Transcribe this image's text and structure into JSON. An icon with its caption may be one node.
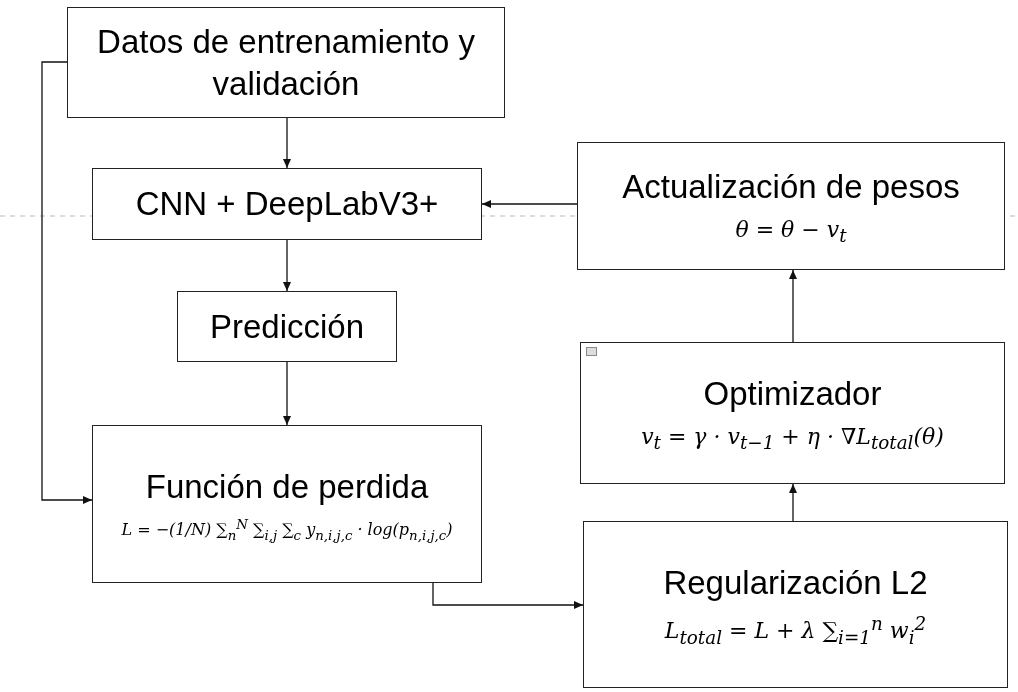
{
  "diagram": {
    "nodes": [
      {
        "text": [
          "Datos de entrenamiento y validación"
        ]
      },
      {
        "text": [
          "CNN + DeepLabV3+"
        ]
      },
      {
        "text": [
          "Actualización de pesos",
          "θ = θ − v$_{t}$"
        ]
      },
      {
        "text": [
          "Predicción"
        ]
      },
      {
        "text": [
          "Optimizador",
          "v$_{t}$ = γ · v$_{t−1}$ + η · ∇L$_{total}$(θ)"
        ]
      },
      {
        "text": [
          "Función de perdida",
          "L = −(1/N) ∑$_{n}$$^{N}$ ∑$_{i,j}$ ∑$_{c}$ y$_{n,i,j,c}$ · log(p$_{n,i,j,c}$)"
        ]
      },
      {
        "text": [
          "Regularización L2",
          "L$_{total}$ = L + λ ∑$_{i=1}$$^{n}$ w$_{i}$$^{2}$"
        ]
      }
    ],
    "edges": [
      {
        "from": 0,
        "to": 1,
        "arrow": "to"
      },
      {
        "from": 1,
        "to": 3,
        "arrow": "to"
      },
      {
        "from": 3,
        "to": 5,
        "arrow": "to"
      },
      {
        "from": 0,
        "to": 5,
        "arrow": "to"
      },
      {
        "from": 5,
        "to": 6,
        "arrow": "to"
      },
      {
        "from": 6,
        "to": 4,
        "arrow": "to"
      },
      {
        "from": 4,
        "to": 2,
        "arrow": "to"
      },
      {
        "from": 2,
        "to": 1,
        "arrow": "to"
      }
    ]
  }
}
